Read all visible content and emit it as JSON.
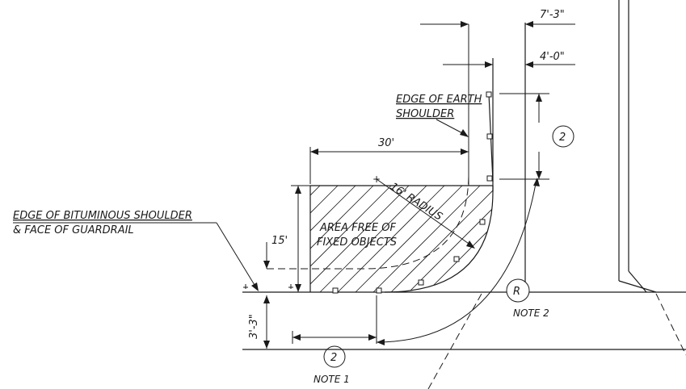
{
  "dimensions": {
    "top_offset": "7'-3\"",
    "shoulder_offset": "4'-0\"",
    "width": "30'",
    "height": "15'",
    "radius": "16' RADIUS",
    "bottom_offset": "3'-3\""
  },
  "labels": {
    "earth_shoulder_line1": "EDGE OF EARTH",
    "earth_shoulder_line2": "SHOULDER",
    "bituminous_line1": "EDGE OF BITUMINOUS SHOULDER",
    "bituminous_line2": "& FACE OF GUARDRAIL",
    "area_line1": "AREA FREE OF",
    "area_line2": "FIXED OBJECTS"
  },
  "callouts": {
    "right_circle": "2",
    "r_circle": "R",
    "r_note": "NOTE 2",
    "bottom_circle": "2",
    "bottom_note": "NOTE 1"
  }
}
